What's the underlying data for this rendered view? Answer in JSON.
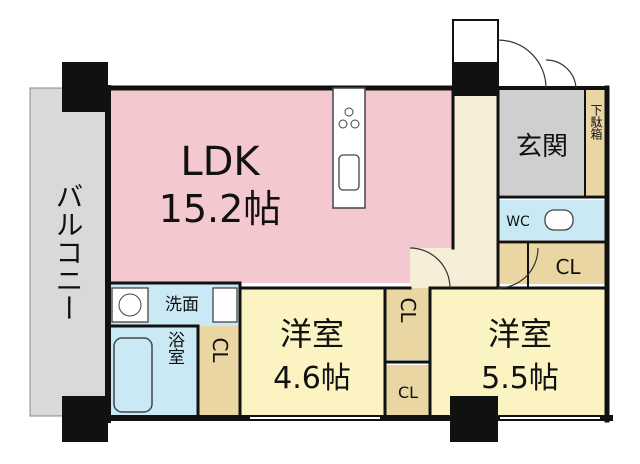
{
  "floorplan": {
    "rooms": {
      "balcony": {
        "label": "バルコニー"
      },
      "ldk": {
        "label": "LDK",
        "size": "15.2帖"
      },
      "entrance": {
        "label": "玄関"
      },
      "shoe_box": {
        "label": "下駄箱"
      },
      "wc": {
        "label": "WC"
      },
      "closet_hall": {
        "label": "CL"
      },
      "washroom": {
        "label": "洗面"
      },
      "bath": {
        "label": "浴室"
      },
      "closet_bath": {
        "label": "CL"
      },
      "western_room_1": {
        "label": "洋室",
        "size": "4.6帖"
      },
      "closet_mid_upper": {
        "label": "CL"
      },
      "closet_mid_lower": {
        "label": "CL"
      },
      "western_room_2": {
        "label": "洋室",
        "size": "5.5帖"
      }
    },
    "colors": {
      "ldk": "#f3c9cf",
      "western": "#fbf4c2",
      "balcony": "#d9d9d9",
      "entrance": "#cfcfcf",
      "hall": "#f7eed8",
      "wet_area": "#c9e9f4",
      "closet": "#e9d6a3",
      "wall": "#111111"
    }
  }
}
